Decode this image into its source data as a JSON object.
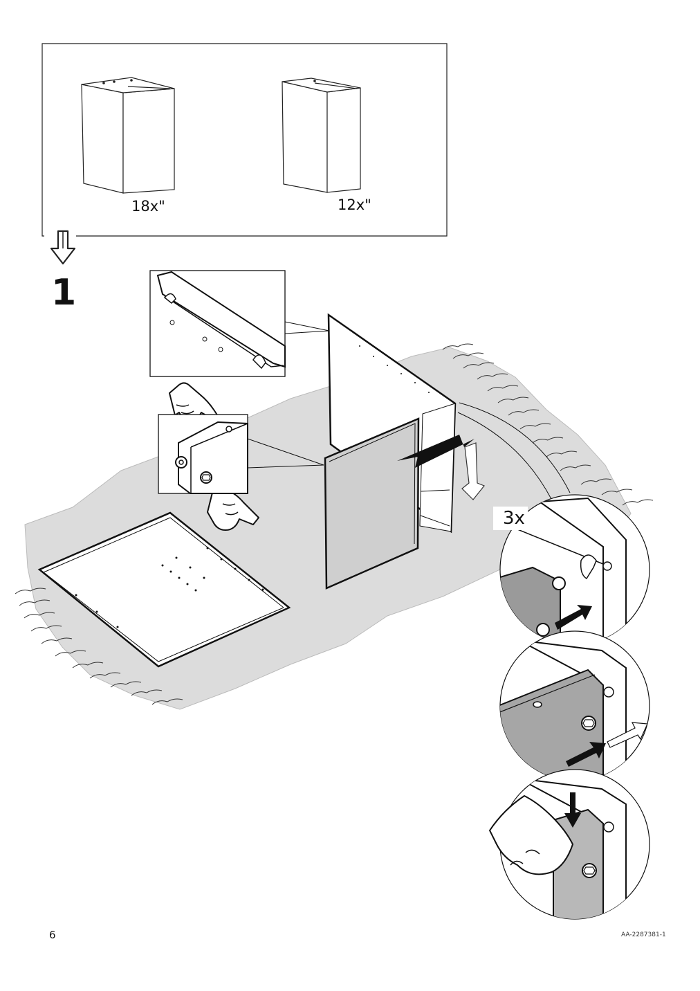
{
  "overview": {
    "label_18": "18x\"",
    "label_12": "12x\""
  },
  "step": {
    "number": "1",
    "repeat_count": "3x"
  },
  "footer": {
    "page_number": "6",
    "article_code": "AA-2287381-1"
  }
}
